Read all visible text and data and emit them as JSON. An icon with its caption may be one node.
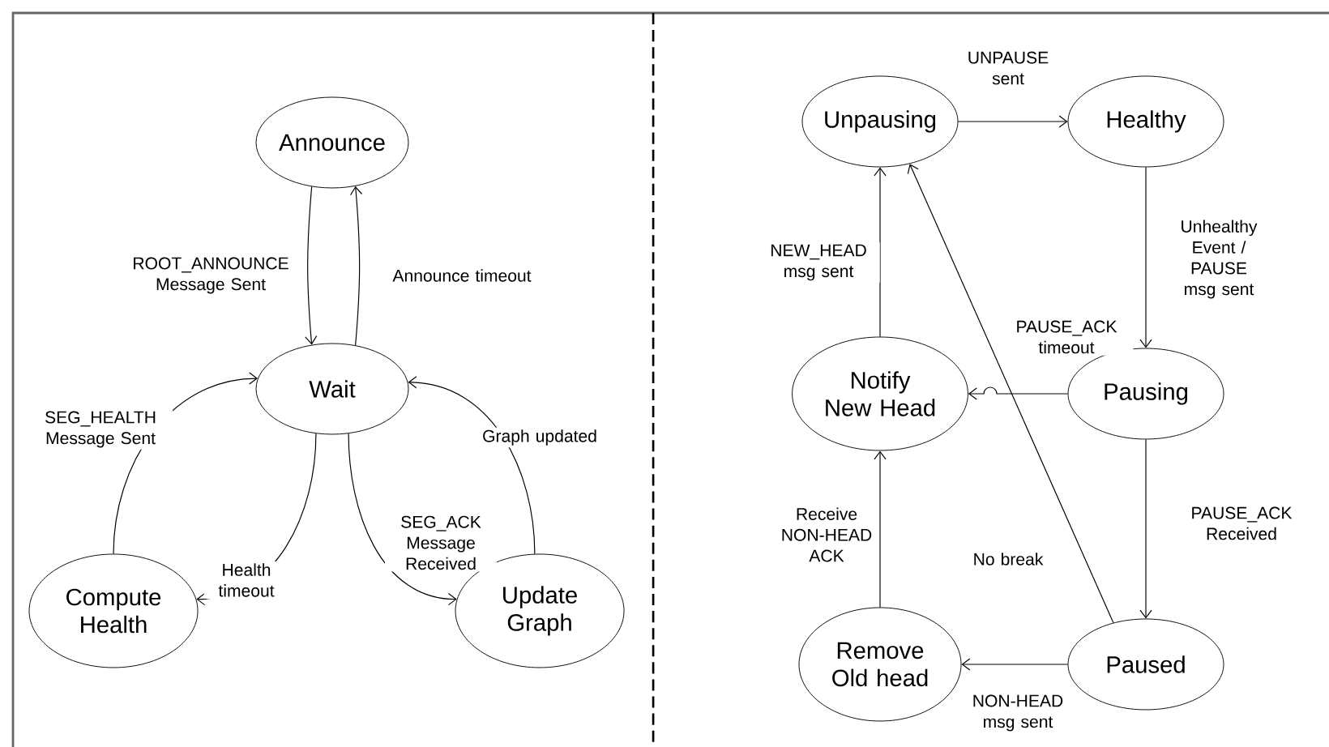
{
  "diagram": {
    "nodes": [
      {
        "text": [
          "Announce"
        ]
      },
      {
        "text": [
          "Wait"
        ]
      },
      {
        "text": [
          "Compute Health"
        ]
      },
      {
        "text": [
          "Update Graph"
        ]
      },
      {
        "text": [
          "Unpausing"
        ]
      },
      {
        "text": [
          "Healthy"
        ]
      },
      {
        "text": [
          "Notify New Head"
        ]
      },
      {
        "text": [
          "Pausing"
        ]
      },
      {
        "text": [
          "Remove Old head"
        ]
      },
      {
        "text": [
          "Paused"
        ]
      }
    ],
    "edges": [
      {
        "from": 0,
        "to": 1,
        "arrow": "to",
        "label": "ROOT_ANNOUNCE Message Sent"
      },
      {
        "from": 1,
        "to": 0,
        "arrow": "to",
        "label": "Announce timeout"
      },
      {
        "from": 2,
        "to": 1,
        "arrow": "to",
        "label": "SEG_HEALTH Message Sent"
      },
      {
        "from": 1,
        "to": 2,
        "arrow": "to",
        "label": "Health timeout"
      },
      {
        "from": 1,
        "to": 3,
        "arrow": "to",
        "label": "SEG_ACK Message Received"
      },
      {
        "from": 3,
        "to": 1,
        "arrow": "to",
        "label": "Graph updated"
      },
      {
        "from": 4,
        "to": 5,
        "arrow": "to",
        "label": "UNPAUSE sent"
      },
      {
        "from": 5,
        "to": 7,
        "arrow": "to",
        "label": "Unhealthy Event / PAUSE msg sent"
      },
      {
        "from": 7,
        "to": 6,
        "arrow": "to",
        "label": "PAUSE_ACK timeout"
      },
      {
        "from": 6,
        "to": 4,
        "arrow": "to",
        "label": "NEW_HEAD msg sent"
      },
      {
        "from": 9,
        "to": 4,
        "arrow": "to",
        "label": "No break"
      },
      {
        "from": 7,
        "to": 9,
        "arrow": "to",
        "label": "PAUSE_ACK Received"
      },
      {
        "from": 9,
        "to": 8,
        "arrow": "to",
        "label": "NON-HEAD msg sent"
      },
      {
        "from": 8,
        "to": 6,
        "arrow": "to",
        "label": "Receive NON-HEAD ACK"
      }
    ]
  }
}
